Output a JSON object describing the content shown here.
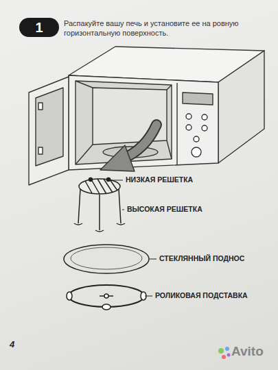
{
  "diagram": {
    "nodes": [
      {
        "text": [
          "1"
        ]
      }
    ],
    "labels": [
      "Распакуйте вашу печь и установите ее на ровную горизонтальную поверхность.",
      "НИЗКАЯ РЕШЕТКА",
      "ВЫСОКАЯ РЕШЕТКА",
      "СТЕКЛЯННЫЙ ПОДНОС",
      "РОЛИКОВАЯ ПОДСТАВКА",
      "4",
      "Avito"
    ]
  }
}
